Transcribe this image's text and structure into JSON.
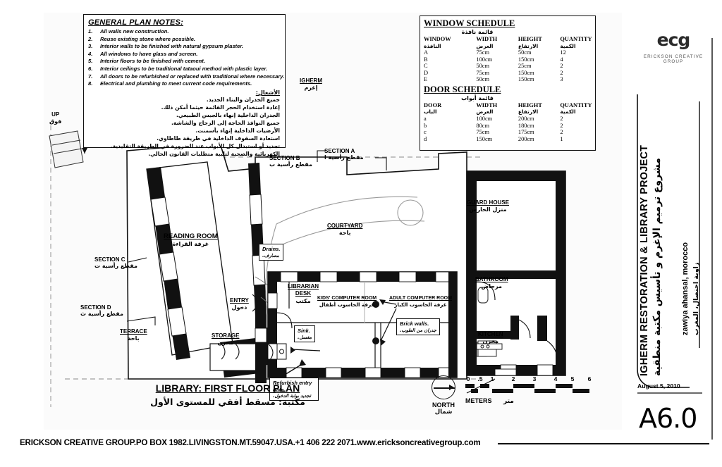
{
  "general_notes": {
    "title": "GENERAL PLAN NOTES:",
    "items": [
      "All walls new construction.",
      "Reuse existing stone where possible.",
      "Interior walls to be finished with natural gypsum plaster.",
      "All windows to have glass and screen.",
      "Interior floors to be finished with cement.",
      "Interior ceilings to be traditional tataoui method with plastic layer.",
      "All doors to be refurbished or replaced with traditional where necessary.",
      "Electrical and plumbing to meet current code requirements."
    ],
    "arabic_title": "الأشغال:",
    "arabic_items": [
      "جميع الجدران والبناء الجديد.",
      "إعادة استخدام الحجر القائمة حيثما أمكن ذلك.",
      "الجدران الداخلية إنهاء بالجبس الطبيعي.",
      "جميع النوافذ الحاجة إلى الزجاج والشاشة.",
      "الأرضيات الداخلية إنهاء بأسمنت.",
      "استعادة السقوف الداخلية في طريقة طاطاوي.",
      "تجديد أو استبدال كل الأبواب عند الضرورة في الطريقة التقليدية.",
      "الكهربائية والصحية لتلبية متطلبات القانون الحالي."
    ]
  },
  "window_schedule": {
    "title": "WINDOW SCHEDULE",
    "arabic_title": "قائمة نافذة",
    "columns": [
      "WINDOW",
      "WIDTH",
      "HEIGHT",
      "QUANTITY"
    ],
    "columns_arabic": [
      "النافذة",
      "العرض",
      "الارتفاع",
      "الكمية"
    ],
    "rows": [
      [
        "A",
        "75cm",
        "50cm",
        "12"
      ],
      [
        "B",
        "100cm",
        "150cm",
        "4"
      ],
      [
        "C",
        "50cm",
        "25cm",
        "2"
      ],
      [
        "D",
        "75cm",
        "150cm",
        "2"
      ],
      [
        "E",
        "50cm",
        "150cm",
        "3"
      ]
    ]
  },
  "door_schedule": {
    "title": "DOOR SCHEDULE",
    "arabic_title": "قائمة أبواب",
    "columns": [
      "DOOR",
      "WIDTH",
      "HEIGHT",
      "QUANTITY"
    ],
    "columns_arabic": [
      "الباب",
      "العرض",
      "الارتفاع",
      "الكمية"
    ],
    "rows": [
      [
        "a",
        "100cm",
        "200cm",
        "2"
      ],
      [
        "b",
        "80cm",
        "180cm",
        "2"
      ],
      [
        "c",
        "75cm",
        "175cm",
        "2"
      ],
      [
        "d",
        "150cm",
        "200cm",
        "1"
      ]
    ]
  },
  "plan": {
    "igherm": {
      "en": "IGHERM",
      "ar": "إغرم"
    },
    "up": {
      "en": "UP",
      "ar": "فوق"
    },
    "reading_room": {
      "en": "READING ROOM",
      "ar": "غرفة القراءة"
    },
    "courtyard": {
      "en": "COURTYARD",
      "ar": "باحة"
    },
    "guard_house": {
      "en": "GUARD HOUSE",
      "ar": "منزل الحارس"
    },
    "bathroom": {
      "en": "BATHROOM",
      "ar": "مرحاض"
    },
    "kitchen": {
      "en": "KITCHEN",
      "ar": "مخزن"
    },
    "librarian_desk": {
      "en": "LIBRARIAN DESK",
      "ar": "مكتب"
    },
    "kids_computer_room": {
      "en": "KIDS' COMPUTER ROOM",
      "ar": "غرفة الحاسوب أطفال"
    },
    "adult_computer_room": {
      "en": "ADULT COMPUTER ROOM",
      "ar": "غرفة الحاسوب الكبار"
    },
    "storage": {
      "en": "STORAGE",
      "ar": "مخزن"
    },
    "terrace": {
      "en": "TERRACE",
      "ar": "باحة"
    },
    "entry": {
      "en": "ENTRY",
      "ar": "دخول"
    },
    "callout_drains": {
      "en": "Drains.",
      "ar": "مصارف."
    },
    "callout_sink": {
      "en": "Sink.",
      "ar": "مغسل."
    },
    "callout_brick_walls": {
      "en": "Brick walls.",
      "ar": "جدران من الطوب."
    },
    "callout_refurbish_gate": {
      "en": "Refurbish entry gate.",
      "ar": "تجديد بوابة الدخول."
    },
    "sections": [
      {
        "en": "SECTION A",
        "ar": "مقطع رأسية ا"
      },
      {
        "en": "SECTION B",
        "ar": "مقطع رأسية ب"
      },
      {
        "en": "SECTION C",
        "ar": "مقطع رأسية ت"
      },
      {
        "en": "SECTION D",
        "ar": "مقطع رأسية ث"
      }
    ],
    "title": {
      "en": "LIBRARY: FIRST FLOOR PLAN",
      "ar": "مكتبة: مسقط أفقي للمستوى الأول"
    }
  },
  "north": {
    "en": "NORTH",
    "ar": "شمال"
  },
  "scale": {
    "ticks": [
      "0",
      ".5",
      "1",
      "2",
      "3",
      "4",
      "5",
      "6"
    ],
    "unit_en": "METERS",
    "unit_ar": "متر"
  },
  "titleblock": {
    "logo_mark": "ecg",
    "logo_name": "ERICKSON CREATIVE GROUP",
    "project_en": "IGHERM RESTORATION & LIBRARY PROJECT",
    "project_ar": "مشروع ترميم الإغرم و تأسيس مكتبة منطقية",
    "location_en": "zawiya ahansal, morocco",
    "location_ar": "زاوية احنصال، المغرب",
    "date": "August 5, 2010",
    "sheet_number": "A6.0"
  },
  "footer": "ERICKSON CREATIVE GROUP.PO BOX 1982.LIVINGSTON.MT.59047.USA.+1 406 222 2071.www.ericksoncreativegroup.com",
  "colors": {
    "ink": "#111111",
    "paper": "#ffffff",
    "canvas": "#fbfbfb"
  }
}
